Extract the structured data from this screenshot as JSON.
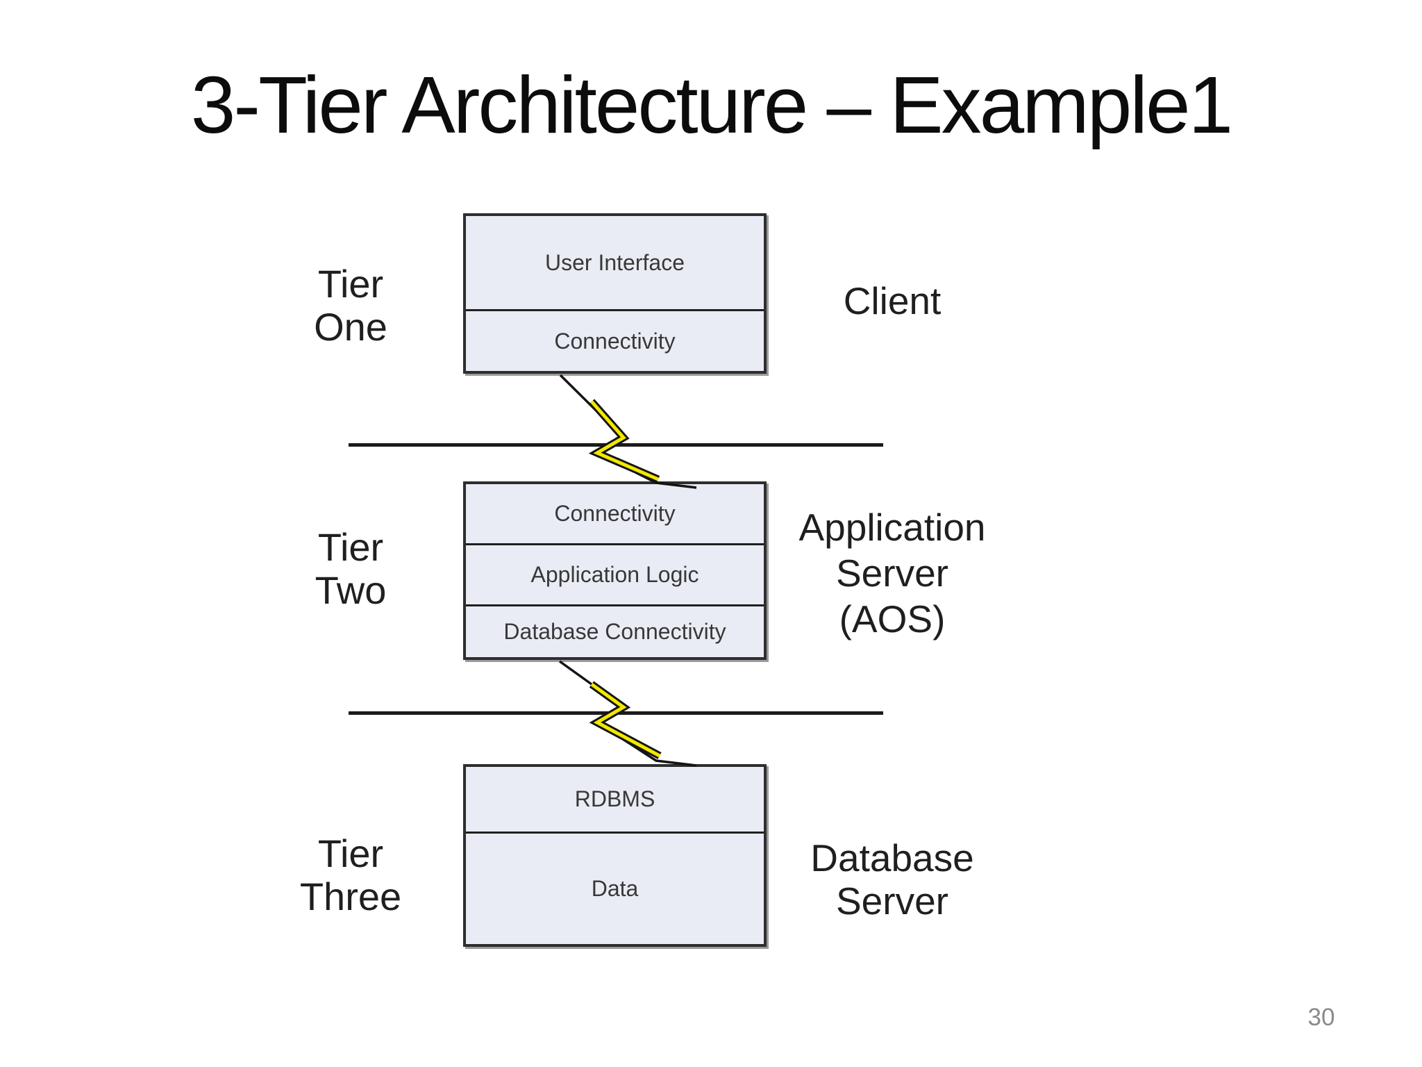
{
  "slide": {
    "title": "3-Tier Architecture – Example1",
    "page_number": "30"
  },
  "diagram": {
    "tiers": [
      {
        "tier_label_lines": [
          "Tier",
          "One"
        ],
        "side_label_lines": [
          "Client"
        ],
        "cells": [
          "User Interface",
          "Connectivity"
        ]
      },
      {
        "tier_label_lines": [
          "Tier",
          "Two"
        ],
        "side_label_lines": [
          "Application",
          "Server",
          "(AOS)"
        ],
        "cells": [
          "Connectivity",
          "Application Logic",
          "Database Connectivity"
        ]
      },
      {
        "tier_label_lines": [
          "Tier",
          "Three"
        ],
        "side_label_lines": [
          "Database",
          "Server"
        ],
        "cells": [
          "RDBMS",
          "Data"
        ]
      }
    ],
    "colors": {
      "box_fill": "#e9ecf4",
      "box_border": "#2e2e2e",
      "line_color": "#1b1b1b",
      "bolt_yellow": "#f2e800"
    }
  }
}
